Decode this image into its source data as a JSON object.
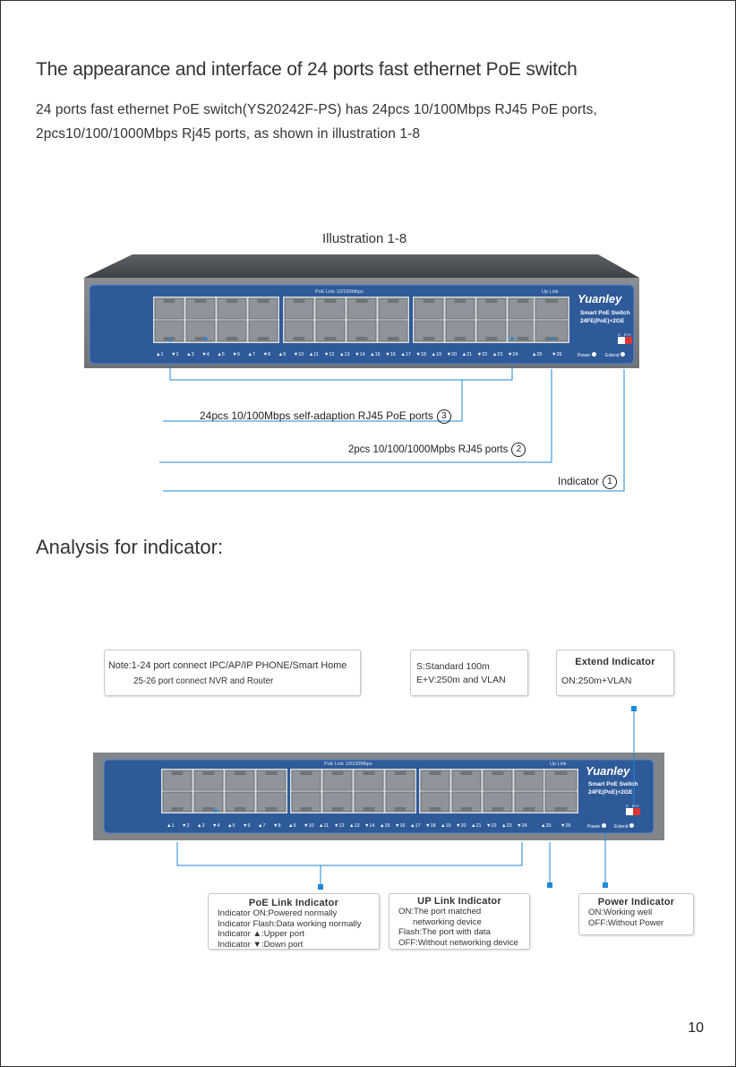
{
  "heading": "The appearance and interface of 24 ports fast ethernet PoE switch",
  "intro_line1": "24 ports fast ethernet PoE switch(YS20242F-PS) has 24pcs 10/100Mbps RJ45 PoE ports,",
  "intro_line2": "2pcs10/100/1000Mbps Rj45 ports, as shown in illustration 1-8",
  "illustration_title": "Illustration 1-8",
  "switch": {
    "brand": "Yuanley",
    "model_line1": "Smart PoE  Switch",
    "model_line2": "24FE(PoE)+2GE",
    "poe_header": "PoE Link 10/100Mbps",
    "uplink_header": "Up Link",
    "dip_s": "S",
    "dip_ev": "E+V",
    "power_label": "Power",
    "extend_label": "Extend",
    "port_labels": [
      "▲1",
      "▼2",
      "▲3",
      "▼4",
      "▲5",
      "▼6",
      "▲7",
      "▼8",
      "▲9",
      "▼10",
      "▲11",
      "▼12",
      "▲13",
      "▼14",
      "▲15",
      "▼16",
      "▲17",
      "▼18",
      "▲19",
      "▼20",
      "▲21",
      "▼22",
      "▲23",
      "▼24",
      "▲25",
      "▼26"
    ]
  },
  "callouts": {
    "poe_ports": "24pcs 10/100Mbps self-adaption RJ45 PoE ports",
    "poe_ports_num": "3",
    "gig_ports": "2pcs 10/100/1000Mpbs RJ45 ports",
    "gig_ports_num": "2",
    "indicator": "Indicator",
    "indicator_num": "1"
  },
  "analysis_heading": "Analysis for indicator:",
  "note_box": {
    "line1": "Note:1-24 port connect IPC/AP/IP PHONE/Smart Home",
    "line2": "25-26 port connect NVR and Router"
  },
  "mode_box": {
    "line1": "S:Standard 100m",
    "line2": "E+V:250m and VLAN"
  },
  "extend_box": {
    "title": "Extend Indicator",
    "line1": "ON:250m+VLAN"
  },
  "poe_link_box": {
    "title": "PoE Link Indicator",
    "lines": [
      "Indicator ON:Powered normally",
      "Indicator Flash:Data working normally",
      "Indicator ▲:Upper port",
      "Indicator ▼:Down port"
    ]
  },
  "uplink_box": {
    "title": "UP Link Indicator",
    "lines": [
      "ON:The port matched",
      "      networking device",
      "Flash:The port with data",
      "OFF:Without networking device"
    ]
  },
  "power_box": {
    "title": "Power Indicator",
    "lines": [
      "ON:Working well",
      "OFF:Without Power"
    ]
  },
  "page_number": "10",
  "colors": {
    "panel_blue": "#2e5a9a",
    "port_grey": "#8e9499",
    "callout_blue": "#1f8ad6"
  }
}
